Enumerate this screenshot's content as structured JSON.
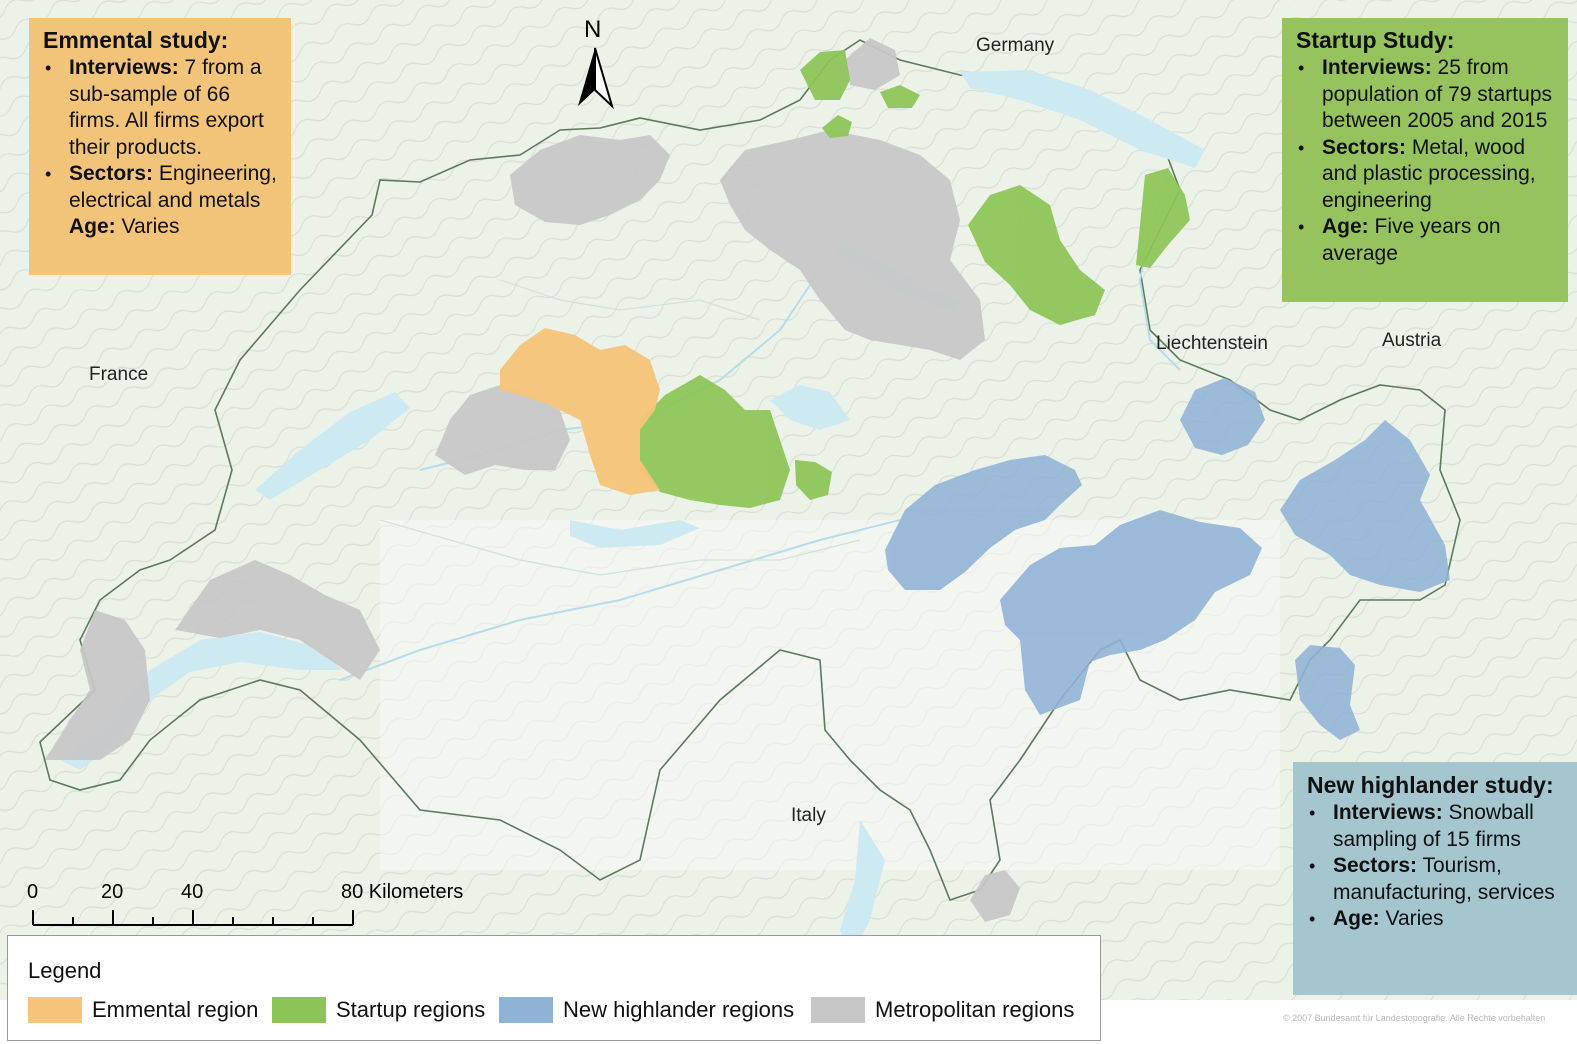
{
  "map": {
    "north": "N",
    "place_labels": {
      "germany": "Germany",
      "france": "France",
      "liechtenstein": "Liechtenstein",
      "austria": "Austria",
      "italy": "Italy"
    },
    "scale": {
      "ticks": [
        "0",
        "20",
        "40",
        "80 Kilometers"
      ]
    },
    "copyright": "© 2007 Bundesamt für Landestopografie. Alle Rechte vorbehalten"
  },
  "panels": {
    "emmental": {
      "title": "Emmental study:",
      "items": [
        {
          "bold": "Interviews:",
          "text": " 7 from a sub-sample of 66 firms. All firms export their products."
        },
        {
          "bold": "Sectors:",
          "text": " Engineering, electrical and metals",
          "extra_bold": "Age:",
          "extra_text": " Varies"
        }
      ]
    },
    "startup": {
      "title": "Startup Study:",
      "items": [
        {
          "bold": "Interviews:",
          "text": " 25 from population of 79 startups between 2005 and 2015"
        },
        {
          "bold": "Sectors:",
          "text": " Metal, wood and plastic processing, engineering"
        },
        {
          "bold": "Age:",
          "text": " Five years on average"
        }
      ]
    },
    "highlander": {
      "title": "New highlander study:",
      "items": [
        {
          "bold": "Interviews:",
          "text": " Snowball sampling of 15 firms"
        },
        {
          "bold": "Sectors:",
          "text": " Tourism, manufacturing, services"
        },
        {
          "bold": "Age:",
          "text": " Varies"
        }
      ]
    }
  },
  "legend": {
    "title": "Legend",
    "items": [
      {
        "label": "Emmental region",
        "color": "#f5c478"
      },
      {
        "label": "Startup regions",
        "color": "#8cc556"
      },
      {
        "label": "New highlander regions",
        "color": "#8fb3d6"
      },
      {
        "label": "Metropolitan regions",
        "color": "#c7c7c7"
      }
    ]
  },
  "colors": {
    "emmental": "#f5c478",
    "startup": "#8cc556",
    "highlander": "#8fb3d6",
    "metropolitan": "#c7c7c7",
    "water": "#cdeaf3",
    "terrain": "#eef3ea"
  }
}
